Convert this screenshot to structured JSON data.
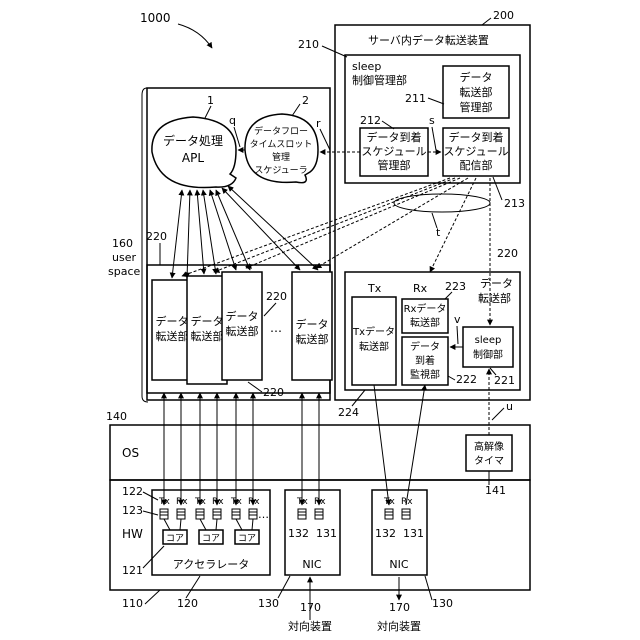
{
  "labels": {
    "fig_num": "1000",
    "server_device": "サーバ内データ転送装置",
    "ref_200": "200",
    "ref_210": "210",
    "sleep_mgmt_1": "sleep",
    "sleep_mgmt_2": "制御管理部",
    "ref_211": "211",
    "transfer_mgmt_1": "データ",
    "transfer_mgmt_2": "転送部",
    "transfer_mgmt_3": "管理部",
    "ref_212": "212",
    "arrival_mgmt_1": "データ到着",
    "arrival_mgmt_2": "スケジュール",
    "arrival_mgmt_3": "管理部",
    "arrival_dist_1": "データ到着",
    "arrival_dist_2": "スケジュール",
    "arrival_dist_3": "配信部",
    "ref_213": "213",
    "sym_s": "s",
    "sym_r": "r",
    "sym_q": "q",
    "sym_t": "t",
    "sym_u": "u",
    "sym_v": "v",
    "ref_1": "1",
    "apl_1": "データ処理",
    "apl_2": "APL",
    "ref_2": "2",
    "sched_1": "データフロー",
    "sched_2": "タイムスロット",
    "sched_3": "管理",
    "sched_4": "スケジューラ",
    "ref_160": "160",
    "user": "user",
    "space": "space",
    "ref_220": "220",
    "xfer_1": "データ",
    "xfer_2": "転送部",
    "dots": "…",
    "tx": "Tx",
    "rx": "Rx",
    "ref_223": "223",
    "rx_xfer_1": "Rxデータ",
    "rx_xfer_2": "転送部",
    "tx_xfer_1": "Txデータ",
    "tx_xfer_2": "転送部",
    "monitor_1": "データ",
    "monitor_2": "到着",
    "monitor_3": "監視部",
    "ref_222": "222",
    "sleep_ctrl_1": "sleep",
    "sleep_ctrl_2": "制御部",
    "ref_221": "221",
    "ref_224": "224",
    "ref_140": "140",
    "os": "OS",
    "timer_1": "高解像",
    "timer_2": "タイマ",
    "ref_141": "141",
    "hw": "HW",
    "ref_122": "122",
    "ref_123": "123",
    "ref_121": "121",
    "core": "コア",
    "accel": "アクセラレータ",
    "nic": "NIC",
    "ref_132": "132",
    "ref_131": "131",
    "ref_110": "110",
    "ref_120": "120",
    "ref_130": "130",
    "ref_170": "170",
    "opposite": "対向装置"
  }
}
